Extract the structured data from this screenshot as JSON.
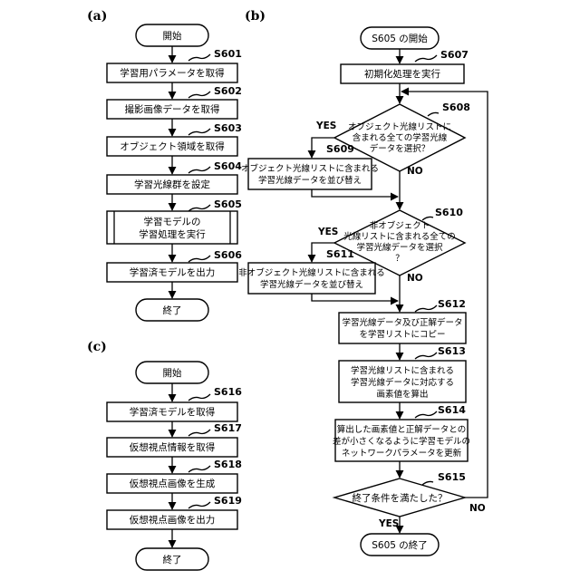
{
  "panels": {
    "a": "(a)",
    "b": "(b)",
    "c": "(c)"
  },
  "a": {
    "start": "開始",
    "s601": {
      "id": "S601",
      "label": "学習用パラメータを取得"
    },
    "s602": {
      "id": "S602",
      "label": "撮影画像データを取得"
    },
    "s603": {
      "id": "S603",
      "label": "オブジェクト領域を取得"
    },
    "s604": {
      "id": "S604",
      "label": "学習光線群を設定"
    },
    "s605": {
      "id": "S605",
      "line1": "学習モデルの",
      "line2": "学習処理を実行"
    },
    "s606": {
      "id": "S606",
      "label": "学習済モデルを出力"
    },
    "end": "終了"
  },
  "b": {
    "start": "S605 の開始",
    "s607": {
      "id": "S607",
      "label": "初期化処理を実行"
    },
    "s608": {
      "id": "S608",
      "line1": "オブジェクト光線リストに",
      "line2": "含まれる全ての学習光線",
      "line3": "データを選択？"
    },
    "s609": {
      "id": "S609",
      "line1": "オブジェクト光線リストに含まれる",
      "line2": "学習光線データを並び替え"
    },
    "s610": {
      "id": "S610",
      "line1": "非オブジェクト",
      "line2": "光線リストに含まれる全ての",
      "line3": "学習光線データを選択",
      "line4": "？"
    },
    "s611": {
      "id": "S611",
      "line1": "非オブジェクト光線リストに含まれる",
      "line2": "学習光線データを並び替え"
    },
    "s612": {
      "id": "S612",
      "line1": "学習光線データ及び正解データ",
      "line2": "を学習リストにコピー"
    },
    "s613": {
      "id": "S613",
      "line1": "学習光線リストに含まれる",
      "line2": "学習光線データに対応する",
      "line3": "画素値を算出"
    },
    "s614": {
      "id": "S614",
      "line1": "算出した画素値と正解データとの",
      "line2": "差が小さくなるように学習モデルの",
      "line3": "ネットワークパラメータを更新"
    },
    "s615": {
      "id": "S615",
      "label": "終了条件を満たした？"
    },
    "end": "S605 の終了",
    "yes": "YES",
    "no": "NO"
  },
  "c": {
    "start": "開始",
    "s616": {
      "id": "S616",
      "label": "学習済モデルを取得"
    },
    "s617": {
      "id": "S617",
      "label": "仮想視点情報を取得"
    },
    "s618": {
      "id": "S618",
      "label": "仮想視点画像を生成"
    },
    "s619": {
      "id": "S619",
      "label": "仮想視点画像を出力"
    },
    "end": "終了"
  }
}
